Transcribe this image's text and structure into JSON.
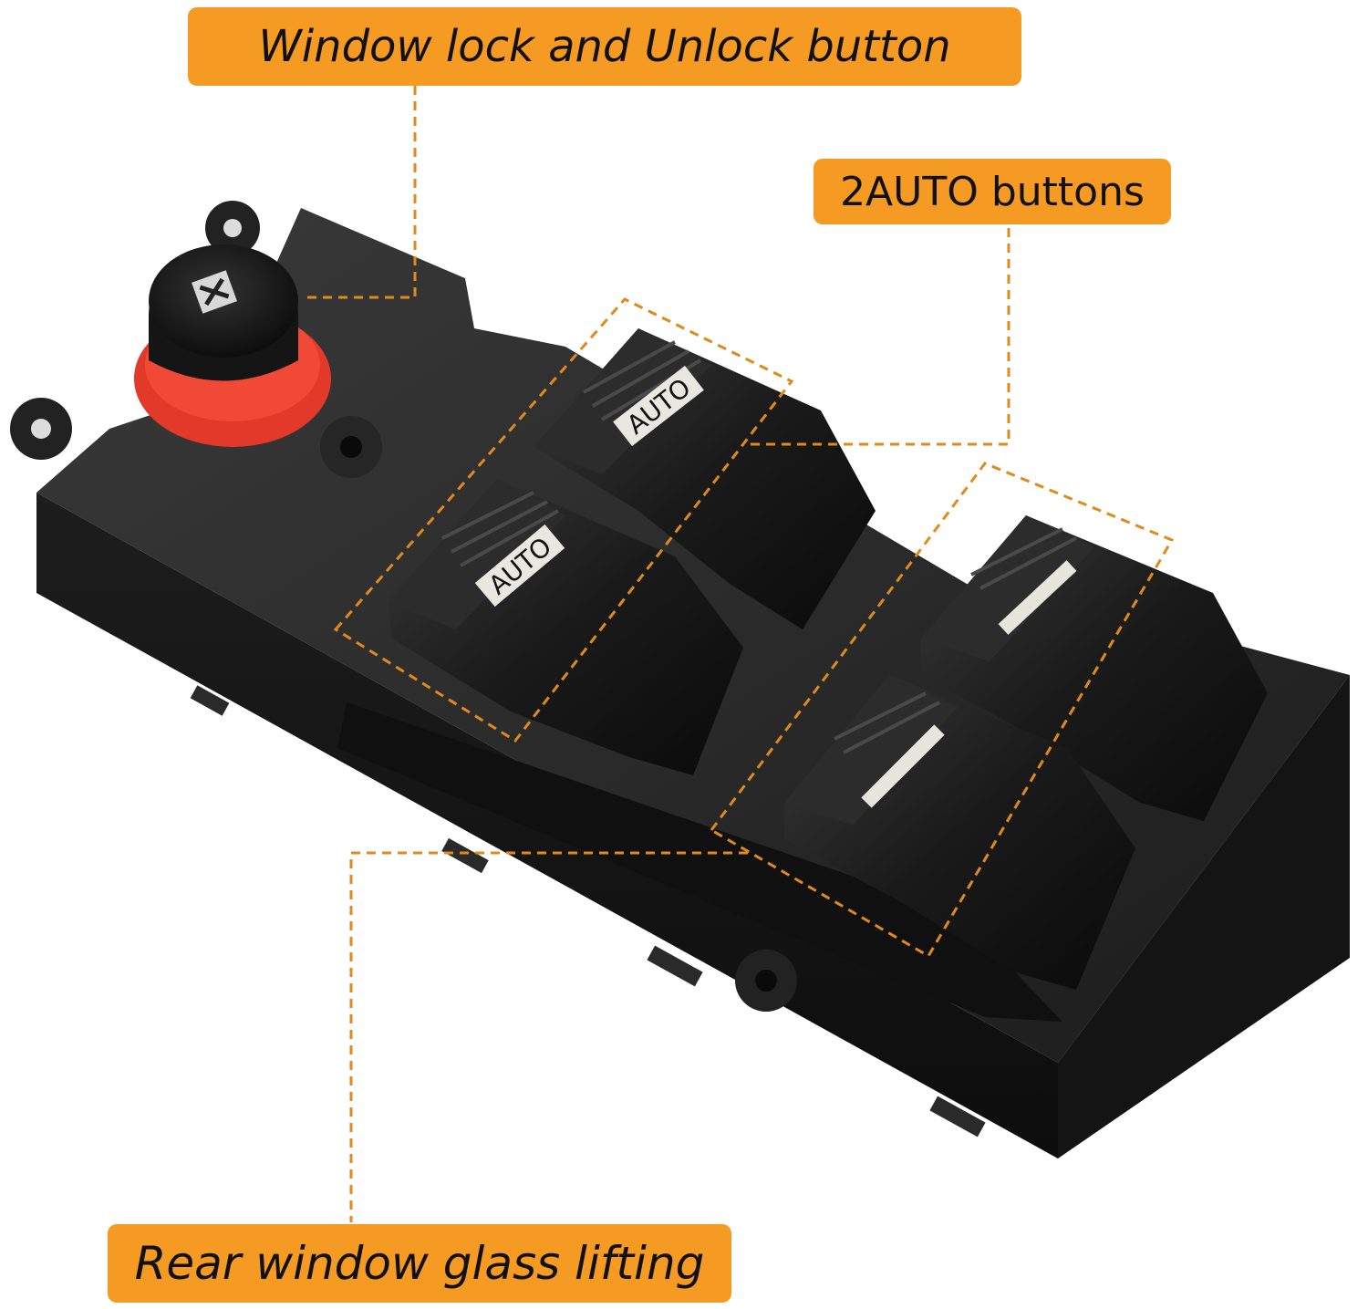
{
  "callouts": {
    "lock": "Window lock and Unlock button",
    "auto": "2AUTO buttons",
    "rear": "Rear window glass lifting"
  },
  "switch_labels": {
    "auto_front": "AUTO",
    "auto_rear": "AUTO"
  },
  "colors": {
    "callout_bg": "#f59a23",
    "dashed_line": "#e08a1e",
    "housing": "#1b1b1b",
    "lock_ring": "#e2392b"
  }
}
